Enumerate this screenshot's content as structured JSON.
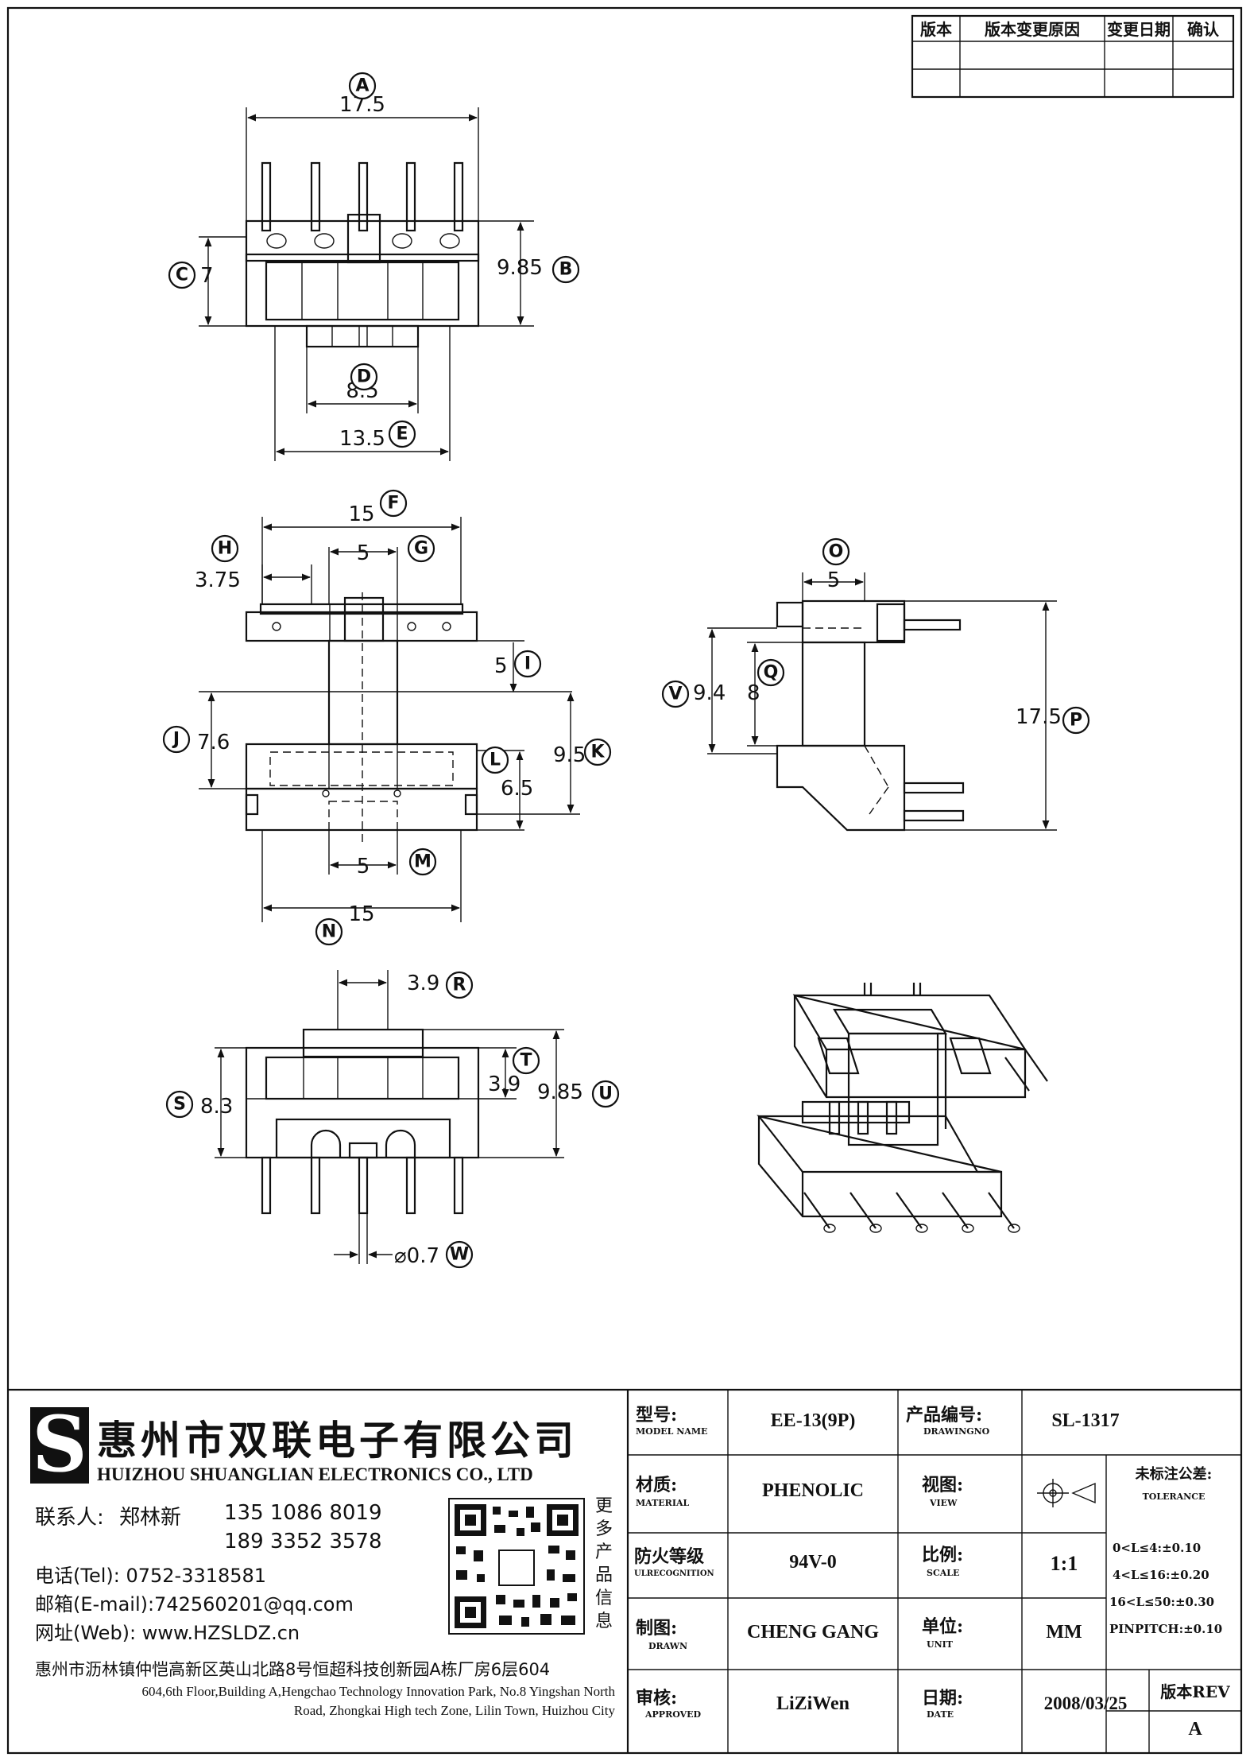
{
  "revision_table": {
    "headers": [
      "版本",
      "版本变更原因",
      "变更日期",
      "确认"
    ]
  },
  "dimensions": {
    "A": "17.5",
    "B": "9.85",
    "C": "7",
    "D": "8.5",
    "E": "13.5",
    "F": "15",
    "G": "5",
    "H": "3.75",
    "I": "5",
    "J": "7.6",
    "K": "9.5",
    "L": "6.5",
    "M": "5",
    "N": "15",
    "O": "5",
    "P": "17.5",
    "Q": "8",
    "R": "3.9",
    "S": "8.3",
    "T": "3.9",
    "U": "9.85",
    "V": "9.4",
    "W": "⌀0.7"
  },
  "company": {
    "logo": "S",
    "name_cn": "惠州市双联电子有限公司",
    "name_en": "HUIZHOU SHUANGLIAN ELECTRONICS CO., LTD",
    "contact_label": "联系人:",
    "contact_name": "郑林新",
    "phone1": "135 1086 8019",
    "phone2": "189 3352 3578",
    "tel": "电话(Tel): 0752-3318581",
    "email": "邮箱(E-mail):742560201@qq.com",
    "web": "网址(Web): www.HZSLDZ.cn",
    "qr_caption": [
      "更",
      "多",
      "产",
      "品",
      "信",
      "息"
    ],
    "address_cn": "惠州市沥林镇仲恺高新区英山北路8号恒超科技创新园A栋厂房6层604",
    "address_en_1": "604,6th Floor,Building A,Hengchao Technology Innovation Park, No.8 Yingshan North",
    "address_en_2": "Road, Zhongkai High tech Zone, Lilin Town, Huizhou City"
  },
  "title_block": {
    "model_label": "型号:",
    "model_label_en": "MODEL NAME",
    "model_value": "EE-13(9P)",
    "drawingno_label": "产品编号:",
    "drawingno_label_en": "DRAWINGNO",
    "drawingno_value": "SL-1317",
    "material_label": "材质:",
    "material_label_en": "MATERIAL",
    "material_value": "PHENOLIC",
    "view_label": "视图:",
    "view_label_en": "VIEW",
    "tolerance_label": "未标注公差:",
    "tolerance_label_en": "TOLERANCE",
    "tolerance_lines": [
      "0<L≤4:±0.10",
      "4<L≤16:±0.20",
      "16<L≤50:±0.30",
      "PINPITCH:±0.10"
    ],
    "fire_label": "防火等级",
    "fire_label_en": "ULRECOGNITION",
    "fire_value": "94V-0",
    "scale_label": "比例:",
    "scale_label_en": "SCALE",
    "scale_value": "1:1",
    "drawn_label": "制图:",
    "drawn_label_en": "DRAWN",
    "drawn_value": "CHENG GANG",
    "unit_label": "单位:",
    "unit_label_en": "UNIT",
    "unit_value": "MM",
    "approved_label": "审核:",
    "approved_label_en": "APPROVED",
    "approved_value": "LiZiWen",
    "date_label": "日期:",
    "date_label_en": "DATE",
    "date_value": "2008/03/25",
    "rev_label": "版本REV",
    "rev_value": "A"
  }
}
